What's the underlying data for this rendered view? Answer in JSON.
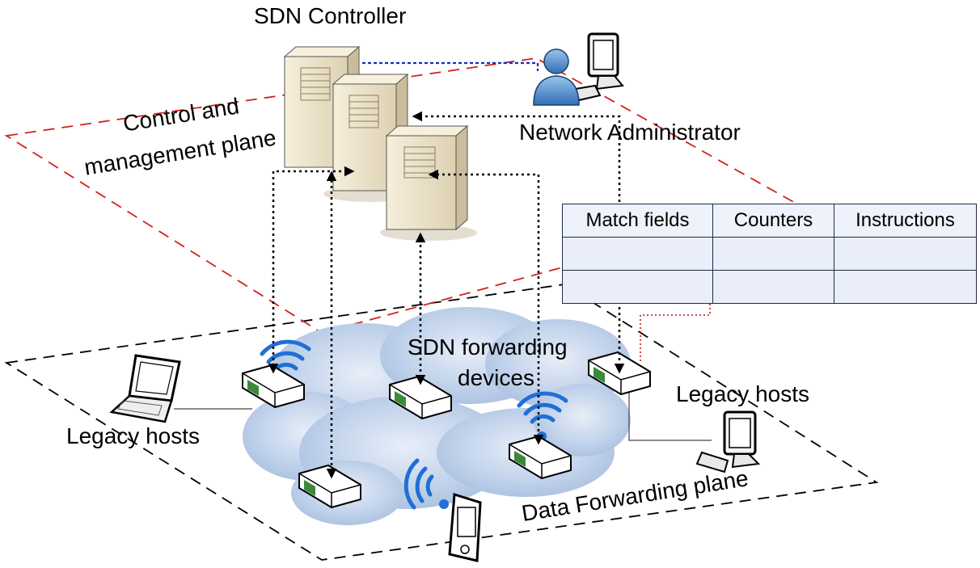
{
  "labels": {
    "controller": "SDN Controller",
    "control_plane_line1": "Control and",
    "control_plane_line2": "management plane",
    "admin": "Network Administrator",
    "forwarding_devices_line1": "SDN forwarding",
    "forwarding_devices_line2": "devices",
    "legacy_hosts_left": "Legacy hosts",
    "legacy_hosts_right": "Legacy hosts",
    "data_plane": "Data Forwarding plane"
  },
  "flow_table": {
    "headers": [
      "Match fields",
      "Counters",
      "Instructions"
    ]
  },
  "colors": {
    "control_plane_border": "#d42020",
    "data_plane_border": "#000000",
    "admin_link": "#1030c0",
    "table_link": "#b01010",
    "cloud": "#b8cbe6",
    "server_body": "#efe6cf",
    "wireless": "#1f6fd6",
    "table_fill": "#e9eef8"
  }
}
